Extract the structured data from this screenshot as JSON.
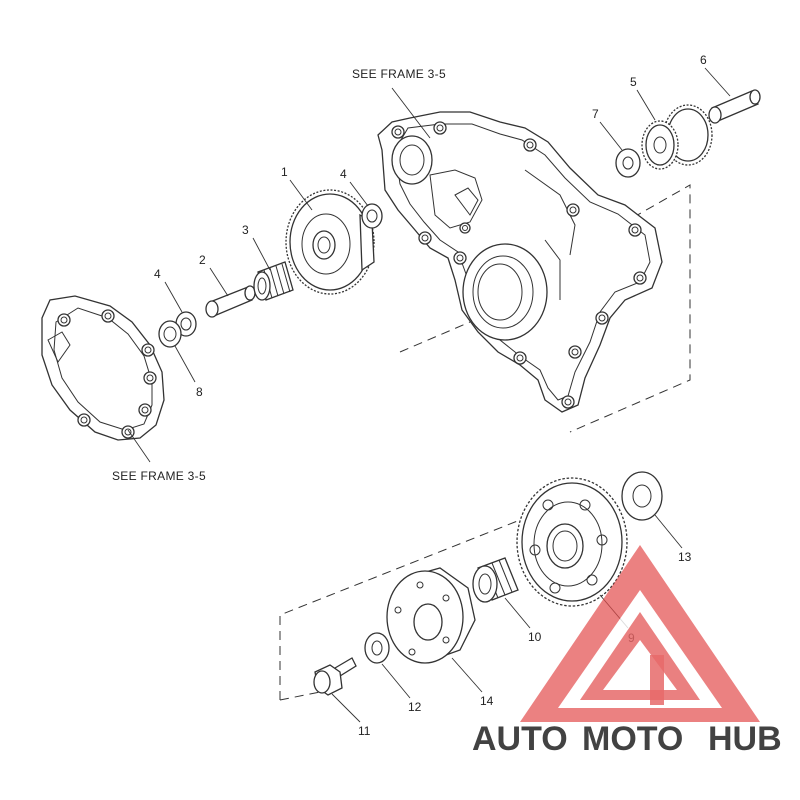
{
  "diagram": {
    "reference_labels": [
      "SEE FRAME 3-5",
      "SEE FRAME 3-5"
    ],
    "callouts": [
      "1",
      "2",
      "3",
      "4",
      "4",
      "5",
      "6",
      "7",
      "8",
      "9",
      "10",
      "11",
      "12",
      "13",
      "14"
    ]
  },
  "watermark": {
    "part1": "AUTO",
    "part2": "MOTO",
    "part3": "HUB",
    "colors": {
      "orange": "#f2a65a",
      "red": "#e24a4a",
      "gray": "#8a8a8a"
    }
  }
}
